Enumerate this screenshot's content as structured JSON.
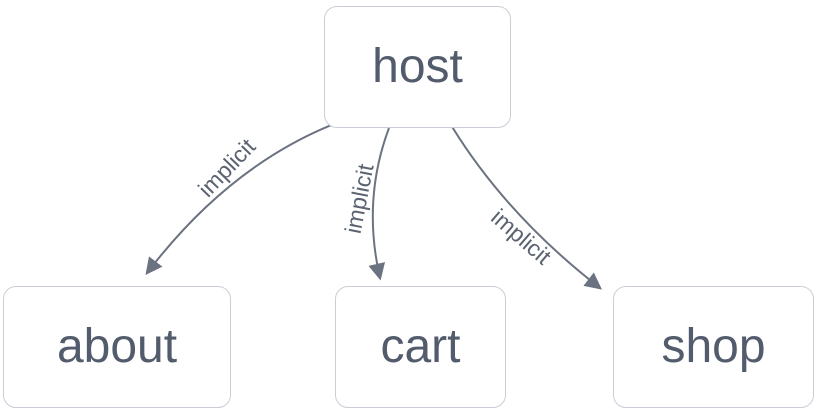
{
  "diagram": {
    "type": "flowchart",
    "nodes": [
      {
        "id": "host",
        "label": "host"
      },
      {
        "id": "about",
        "label": "about"
      },
      {
        "id": "cart",
        "label": "cart"
      },
      {
        "id": "shop",
        "label": "shop"
      }
    ],
    "edges": [
      {
        "from": "host",
        "to": "about",
        "label": "implicit"
      },
      {
        "from": "host",
        "to": "cart",
        "label": "implicit"
      },
      {
        "from": "host",
        "to": "shop",
        "label": "implicit"
      }
    ],
    "colors": {
      "node_border": "#c9ced6",
      "node_fill": "#ffffff",
      "node_text": "#535c6d",
      "edge_stroke": "#6b7280",
      "edge_label_text": "#5c6370",
      "background": "#ffffff"
    }
  }
}
